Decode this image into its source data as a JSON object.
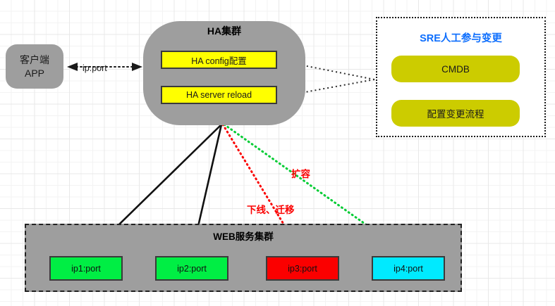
{
  "diagram": {
    "title": "HA cluster and WEB service cluster change flow diagram",
    "colors": {
      "gray_fill": "#9e9e9e",
      "yellow_fill": "#ffff00",
      "olive_fill": "#cccc00",
      "green_node": "#00ee44",
      "red_node": "#fb0000",
      "cyan_node": "#00eaff",
      "sre_title_blue": "#0d6efd",
      "edge_black": "#000000",
      "edge_red": "#fb0000",
      "edge_green": "#00cc33",
      "grid_line": "#e8e8e8"
    }
  },
  "client": {
    "line1": "客户端",
    "line2": "APP"
  },
  "ha_cluster": {
    "title": "HA集群",
    "boxes": [
      {
        "label": "HA config配置"
      },
      {
        "label": "HA server reload"
      }
    ]
  },
  "sre_panel": {
    "title": "SRE人工参与变更",
    "boxes": [
      {
        "label": "CMDB"
      },
      {
        "label": "配置变更流程"
      }
    ]
  },
  "web_cluster": {
    "title": "WEB服务集群",
    "nodes": [
      {
        "label": "ip1:port",
        "state": "active"
      },
      {
        "label": "ip2:port",
        "state": "active"
      },
      {
        "label": "ip3:port",
        "state": "offline"
      },
      {
        "label": "ip4:port",
        "state": "new"
      }
    ]
  },
  "edges": {
    "client_link_label": "ip:port",
    "expand_label": "扩容",
    "offline_label": "下线、迁移"
  }
}
